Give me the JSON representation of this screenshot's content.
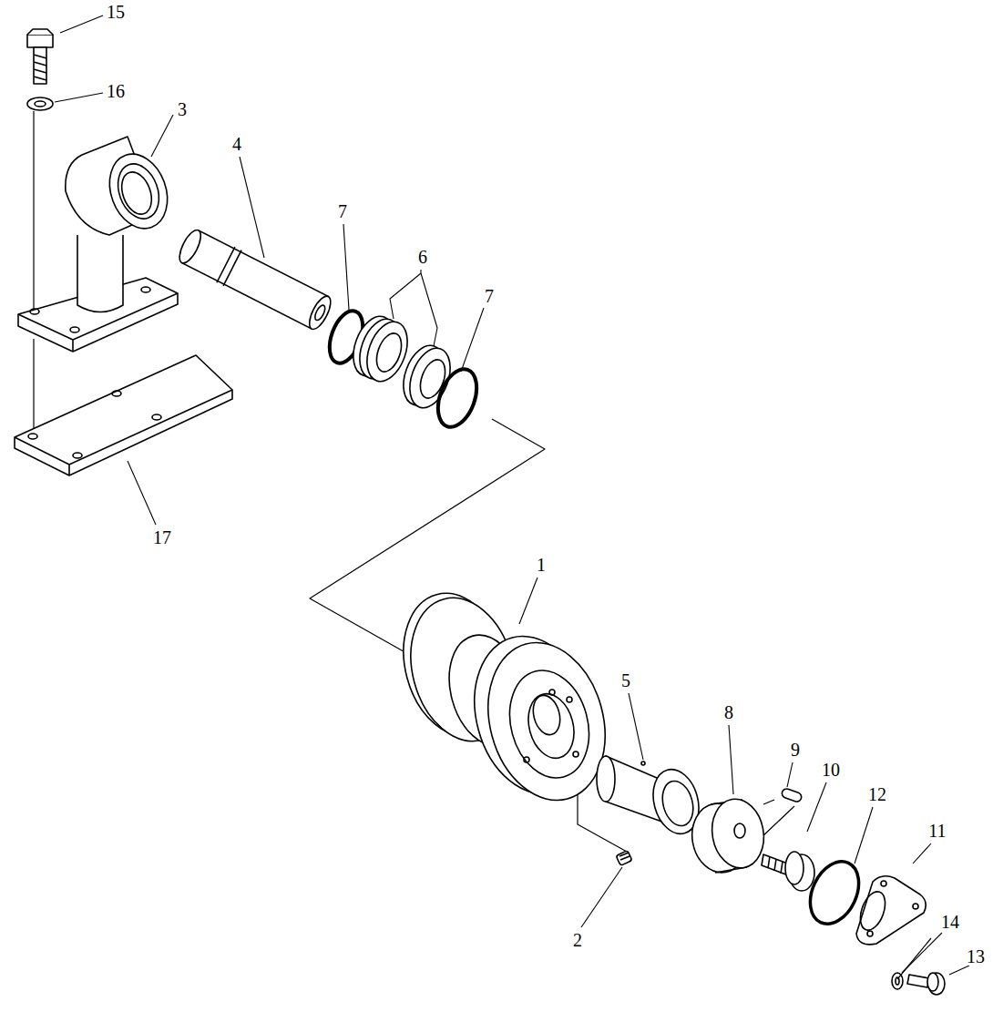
{
  "diagram": {
    "labels": [
      "15",
      "16",
      "3",
      "4",
      "7",
      "6",
      "7",
      "17",
      "1",
      "5",
      "8",
      "9",
      "10",
      "12",
      "11",
      "2",
      "14",
      "13"
    ]
  }
}
